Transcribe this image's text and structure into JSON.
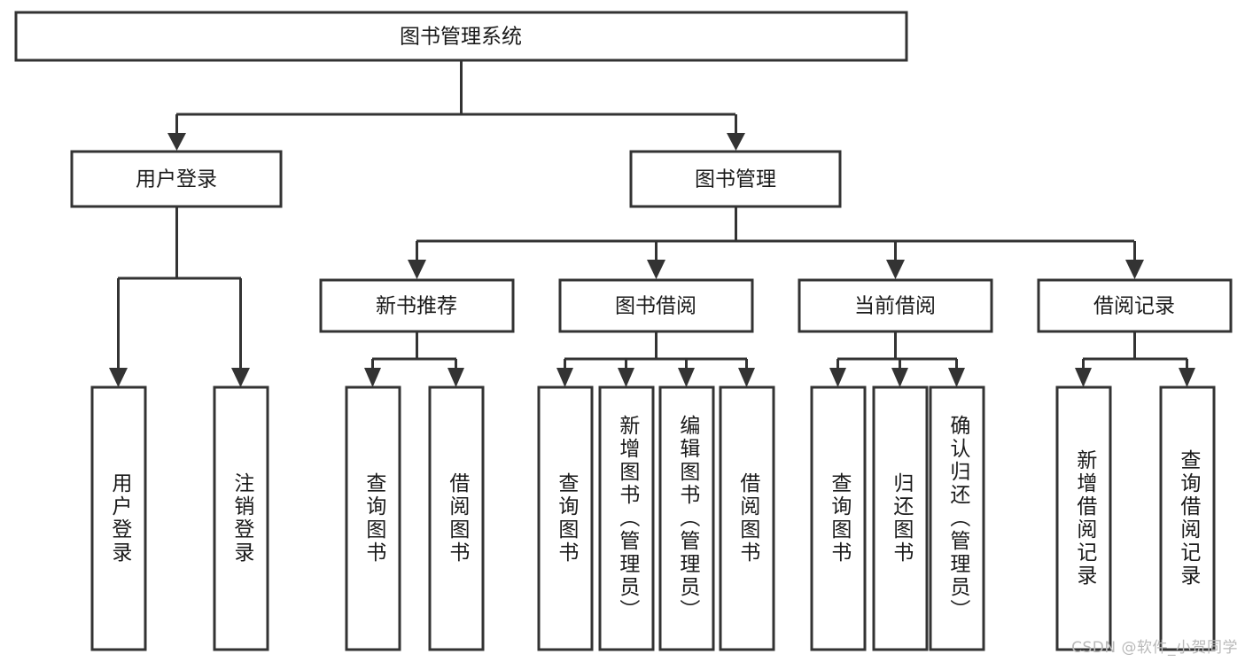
{
  "diagram": {
    "title": "图书管理系统",
    "type": "tree-hierarchy",
    "orientation": "top-down",
    "root": {
      "label": "图书管理系统"
    },
    "level2": [
      {
        "label": "用户登录"
      },
      {
        "label": "图书管理"
      }
    ],
    "level3": [
      {
        "label": "新书推荐"
      },
      {
        "label": "图书借阅"
      },
      {
        "label": "当前借阅"
      },
      {
        "label": "借阅记录"
      }
    ],
    "leaves": {
      "user_login": [
        {
          "label": "用户登录"
        },
        {
          "label": "注销登录"
        }
      ],
      "new_book_recommend": [
        {
          "label": "查询图书"
        },
        {
          "label": "借阅图书"
        }
      ],
      "book_borrow": [
        {
          "label": "查询图书"
        },
        {
          "label": "新增图书（管理员）"
        },
        {
          "label": "编辑图书（管理员）"
        },
        {
          "label": "借阅图书"
        }
      ],
      "current_borrow": [
        {
          "label": "查询图书"
        },
        {
          "label": "归还图书"
        },
        {
          "label": "确认归还（管理员）"
        }
      ],
      "borrow_record": [
        {
          "label": "新增借阅记录"
        },
        {
          "label": "查询借阅记录"
        }
      ]
    }
  },
  "watermark": {
    "text": "CSDN @软件_小贺同学"
  },
  "colors": {
    "background": "#ffffff",
    "stroke": "#333333",
    "text": "#1a1a1a",
    "watermark": "#b9b9b9"
  }
}
